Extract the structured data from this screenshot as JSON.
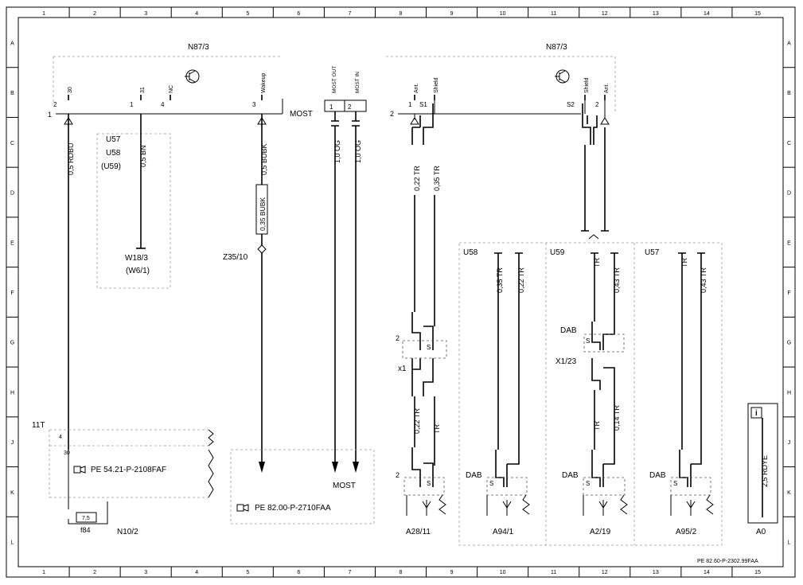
{
  "border": {
    "columns": [
      "1",
      "2",
      "3",
      "4",
      "5",
      "6",
      "7",
      "8",
      "9",
      "10",
      "11",
      "12",
      "13",
      "14",
      "15"
    ],
    "rows": [
      "A",
      "B",
      "C",
      "D",
      "E",
      "F",
      "G",
      "H",
      "J",
      "K",
      "L"
    ]
  },
  "modules": {
    "left": "N87/3",
    "right": "N87/3",
    "bus": "MOST"
  },
  "pins": {
    "p30": "30",
    "p31": "31",
    "pnc": "NC",
    "pwake": "Wakeup",
    "pmostout": "MOST OUT",
    "pmostin": "MOST IN",
    "pant1": "Ant.",
    "pshield1": "Shield",
    "pshield2": "Shield",
    "pant2": "Ant.",
    "n2a": "2",
    "n1a": "1",
    "n4a": "4",
    "n3a": "3",
    "n1b": "1",
    "n2b": "2",
    "n1c": "1",
    "n2c": "2",
    "s1": "S1",
    "s2": "S2",
    "side1": "1",
    "side2": "2"
  },
  "wires": {
    "w1": "0,5 RDBU",
    "w2": "0,5 BN",
    "w3": "0,5 BUBK",
    "w3b": "0,35 BUBK",
    "w4": "1,0 OG",
    "w5": "1,0 OG",
    "w6": "0,22 TR",
    "w7": "0,35 TR",
    "w8": "0,35 TR",
    "w9": "0,22 TR",
    "w10": "TR",
    "w11": "0,43 TR",
    "w12": "TR",
    "w13": "0,43 TR",
    "w14": "0,22 TR",
    "w15": "TR",
    "w16": "TR",
    "w17": "0,14 TR",
    "w18": "2,5 RDYE"
  },
  "labels": {
    "u57a": "U57",
    "u58a": "U58",
    "u59a": "(U59)",
    "w18_3": "W18/3",
    "w6_1": "(W6/1)",
    "z35": "Z35/10",
    "t11": "11T",
    "pin4": "4",
    "pin30": "30",
    "pe1": "PE 54.21-P-2108FAF",
    "fuse": "7,5",
    "f84": "f84",
    "n10": "N10/2",
    "pe2": "PE 82.00-P-2710FAA",
    "most2": "MOST",
    "x1": "x1",
    "two_x1a": "2",
    "two_x1b": "2",
    "sx1": "S",
    "sa28": "S",
    "a28": "A28/11",
    "u58b": "U58",
    "u59b": "U59",
    "u57b": "U57",
    "dab1": "DAB",
    "x123": "X1/23",
    "sx123": "S",
    "dab2": "DAB",
    "dab3": "DAB",
    "dab4": "DAB",
    "s94": "S",
    "s219": "S",
    "s952": "S",
    "a94": "A94/1",
    "a219": "A2/19",
    "a952": "A95/2",
    "info": "i",
    "a0": "A0",
    "footer": "PE 82.60-P-2302.99FAA"
  }
}
